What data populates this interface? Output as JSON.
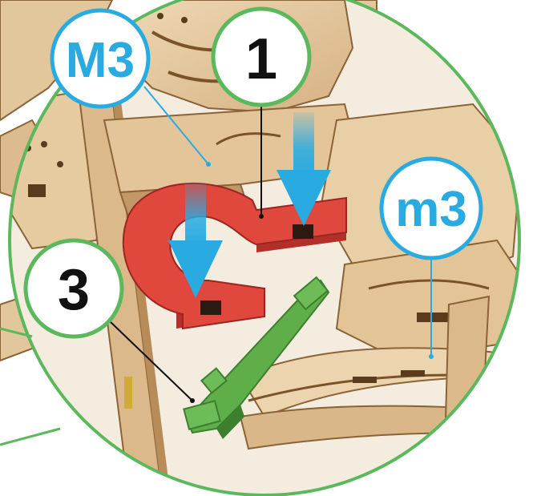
{
  "colors": {
    "background": "#ffffff",
    "detail_circle_stroke": "#5cb85c",
    "wood_light": "#e9cfa6",
    "wood_mid": "#d8b486",
    "wood_dark": "#a9814f",
    "wood_edge": "#8a6336",
    "part_red": "#e0473d",
    "part_red_dark": "#b3302a",
    "part_green": "#5fae4a",
    "part_green_dark": "#3c7f2e",
    "arrow_blue": "#29abe2",
    "callout_black_ring": "#5cb85c",
    "callout_blue_ring": "#29abe2",
    "callout_black_text": "#111111",
    "callout_blue_text": "#29abe2"
  },
  "callouts": {
    "m3_upper": "M3",
    "part_1": "1",
    "m3_lower": "m3",
    "part_3": "3"
  },
  "icons": {
    "insert_arrow_left": "down-arrow-icon",
    "insert_arrow_right": "down-arrow-icon"
  }
}
